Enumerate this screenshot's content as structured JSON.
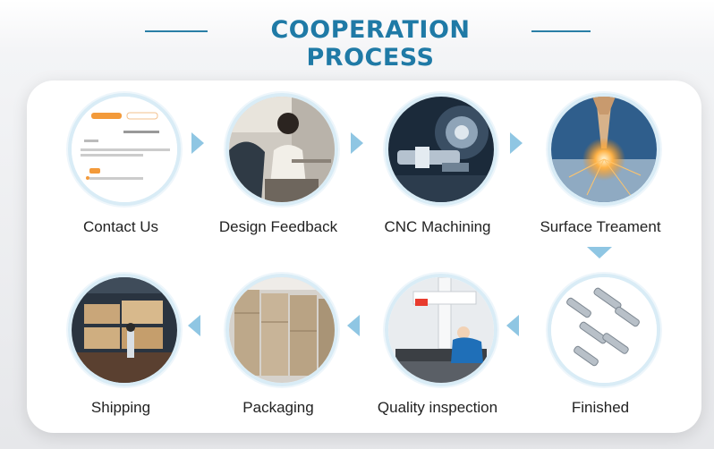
{
  "header": {
    "title": "COOPERATION PROCESS"
  },
  "colors": {
    "accent": "#1f7aa6",
    "arrow": "#8fc6e3",
    "ring": "#d9ecf6"
  },
  "steps": [
    {
      "label": "Contact Us",
      "icon": "contact-form-image"
    },
    {
      "label": "Design Feedback",
      "icon": "meeting-image"
    },
    {
      "label": "CNC Machining",
      "icon": "cnc-machine-image"
    },
    {
      "label": "Surface Treament",
      "icon": "laser-sparks-image"
    },
    {
      "label": "Finished",
      "icon": "metal-parts-image"
    },
    {
      "label": "Quality inspection",
      "icon": "cmm-inspection-image"
    },
    {
      "label": "Packaging",
      "icon": "boxes-image"
    },
    {
      "label": "Shipping",
      "icon": "container-loading-image"
    }
  ]
}
